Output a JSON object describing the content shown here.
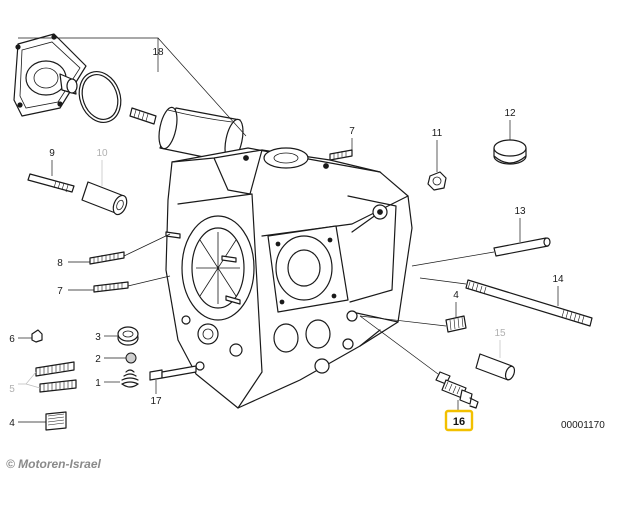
{
  "diagram": {
    "labels": [
      {
        "text": "18",
        "faded": false
      },
      {
        "text": "9",
        "faded": false
      },
      {
        "text": "10",
        "faded": true
      },
      {
        "text": "7",
        "faded": false
      },
      {
        "text": "11",
        "faded": false
      },
      {
        "text": "12",
        "faded": false
      },
      {
        "text": "13",
        "faded": false
      },
      {
        "text": "14",
        "faded": false
      },
      {
        "text": "8",
        "faded": false
      },
      {
        "text": "7",
        "faded": false
      },
      {
        "text": "4",
        "faded": false
      },
      {
        "text": "15",
        "faded": true
      },
      {
        "text": "6",
        "faded": false
      },
      {
        "text": "3",
        "faded": false
      },
      {
        "text": "2",
        "faded": false
      },
      {
        "text": "1",
        "faded": false
      },
      {
        "text": "5",
        "faded": true
      },
      {
        "text": "17",
        "faded": false
      },
      {
        "text": "4",
        "faded": false
      }
    ],
    "selected_label": "16",
    "reference_number": "00001170",
    "copyright": "© Motoren-Israel"
  },
  "colors": {
    "highlight": "#f2c000",
    "faded_label": "#b0b0b0",
    "line": "#1a1a1a"
  }
}
